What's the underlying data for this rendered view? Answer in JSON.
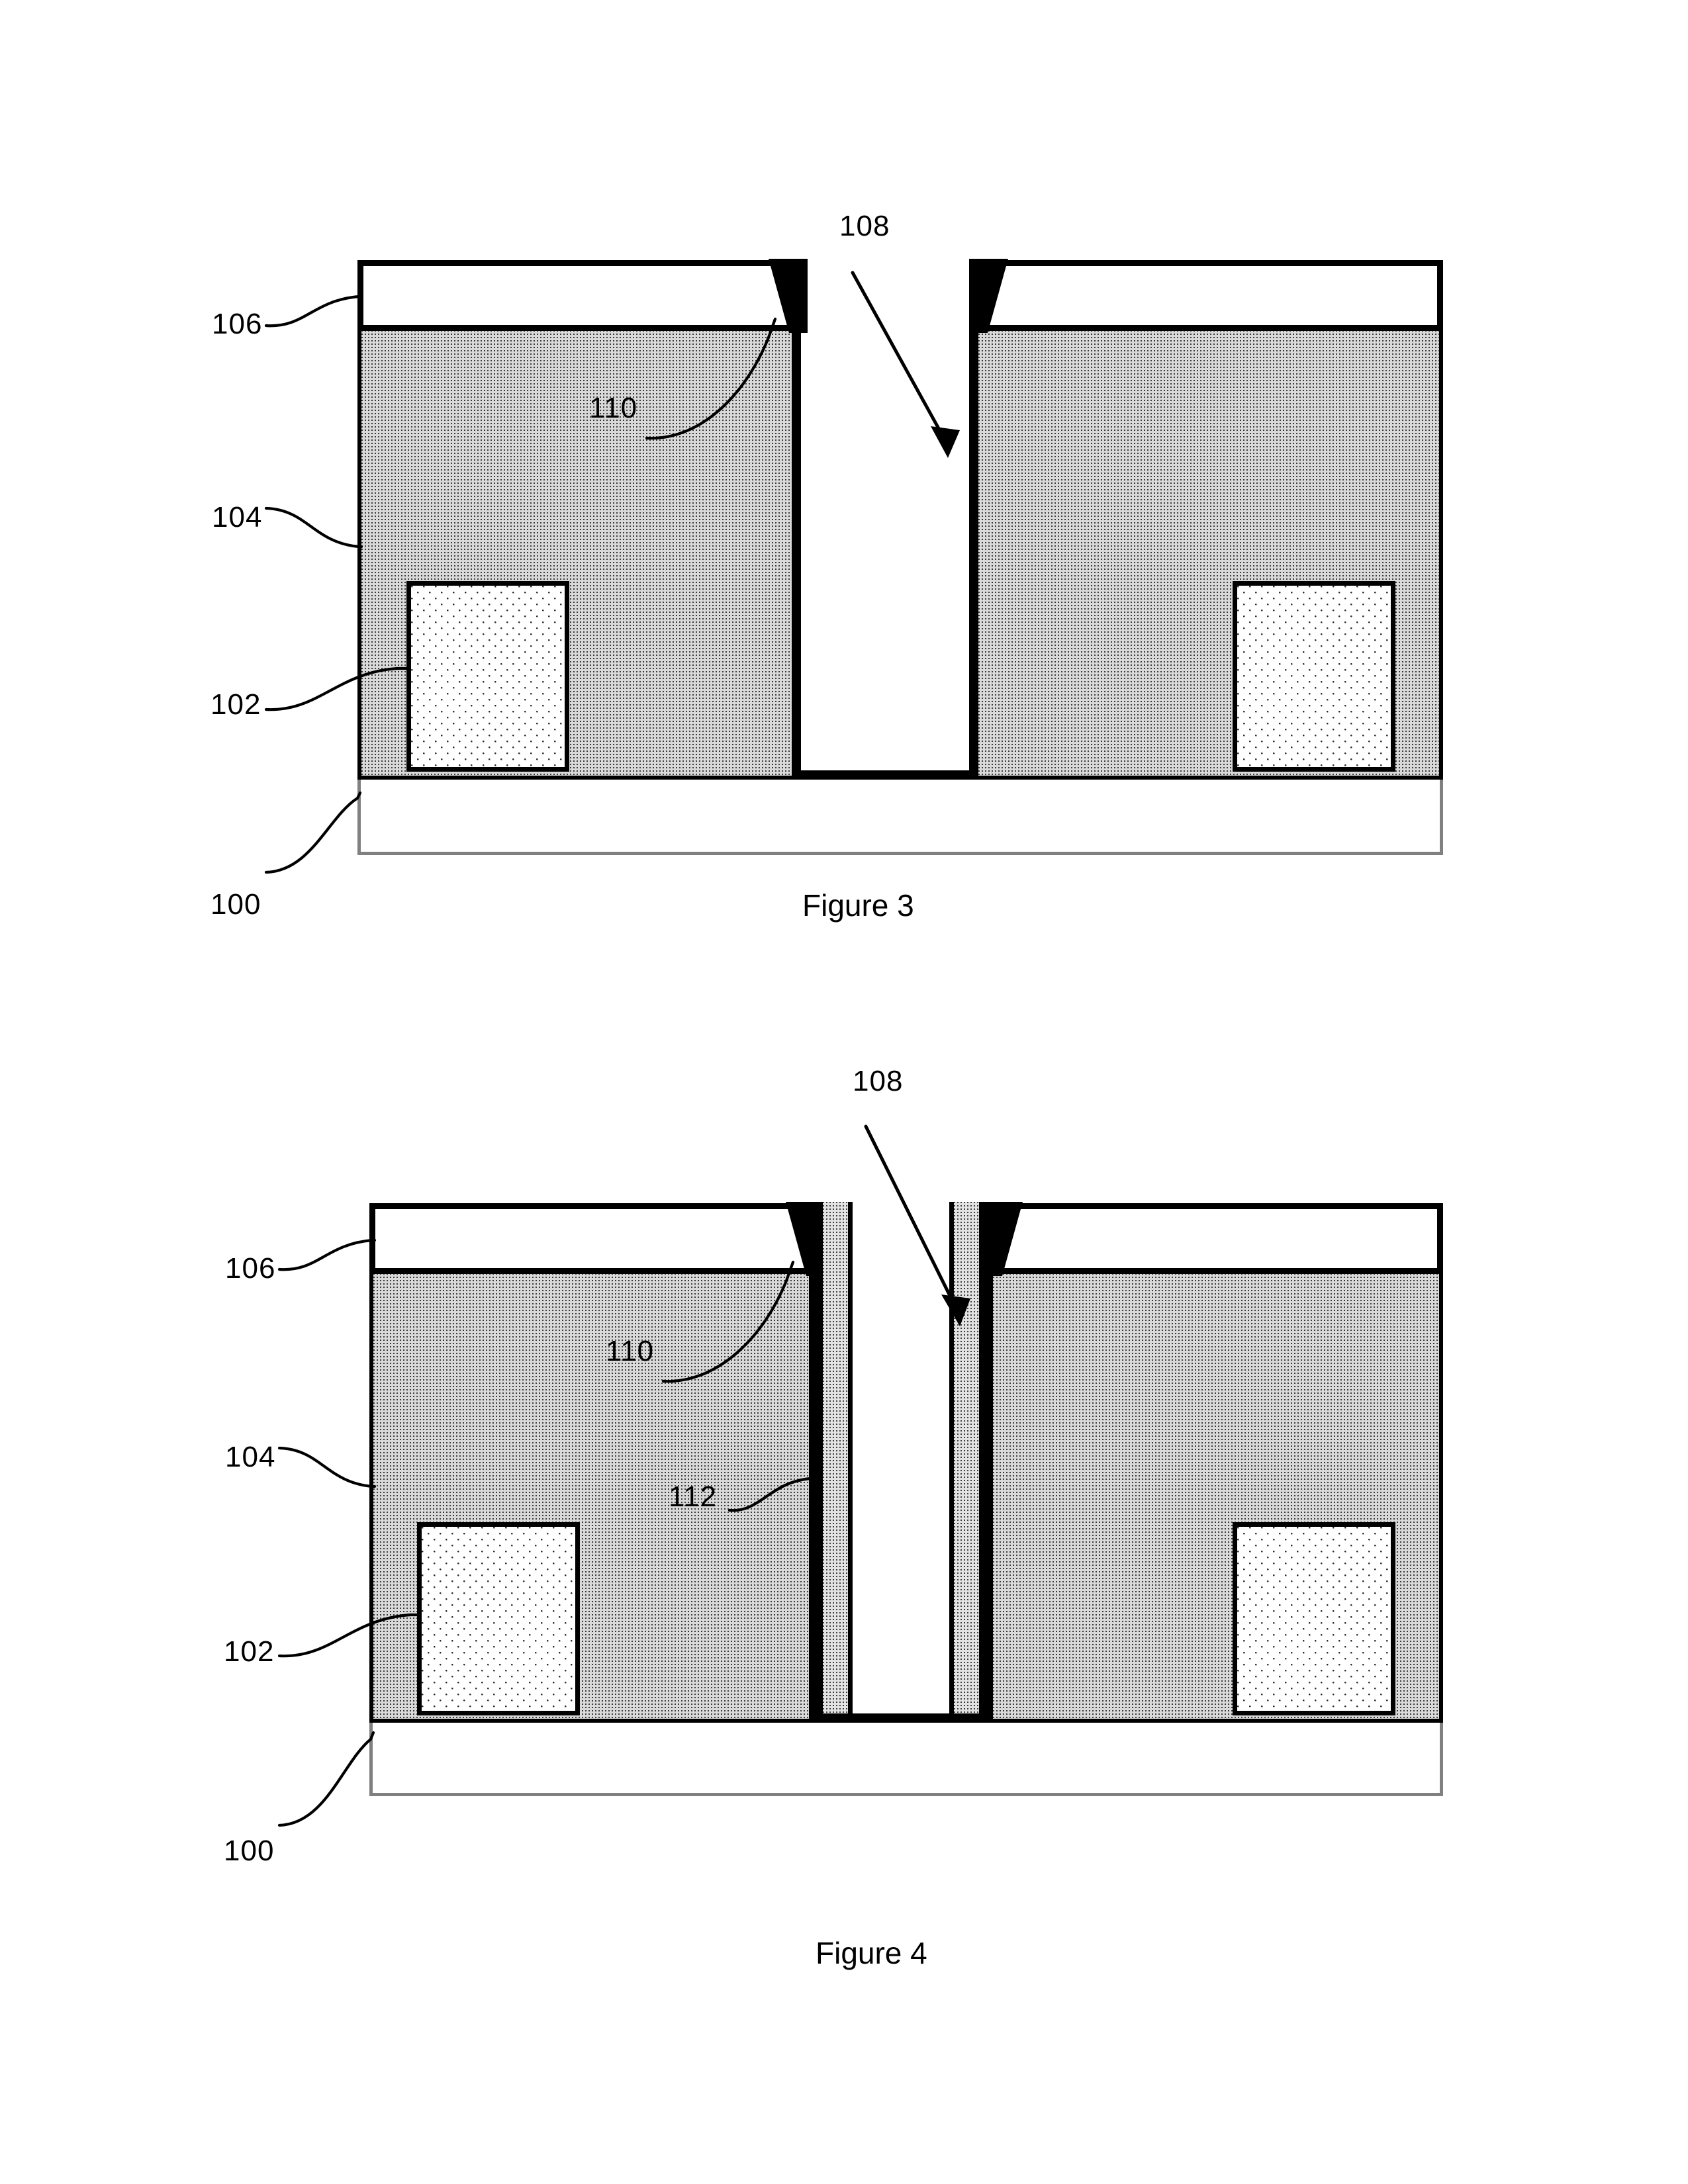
{
  "document": {
    "type": "patent-drawing-sheet",
    "background_color": "#ffffff",
    "ink_color": "#000000"
  },
  "figures": [
    {
      "id": "figure-3",
      "caption": "Figure 3",
      "labels": {
        "substrate": "100",
        "implant_box": "102",
        "bulk_layer": "104",
        "cap_layer": "106",
        "trench": "108",
        "wedge": "110"
      }
    },
    {
      "id": "figure-4",
      "caption": "Figure 4",
      "labels": {
        "substrate": "100",
        "implant_box": "102",
        "bulk_layer": "104",
        "cap_layer": "106",
        "trench": "108",
        "wedge": "110",
        "liner": "112"
      }
    }
  ],
  "colors": {
    "substrate_border": "#808080",
    "bulk_fill": "#d9d9d9",
    "stipple_dot": "#3a3a3a",
    "wedge_fill": "#000000",
    "liner_fill": "#e2e2e2",
    "outline": "#000000"
  }
}
